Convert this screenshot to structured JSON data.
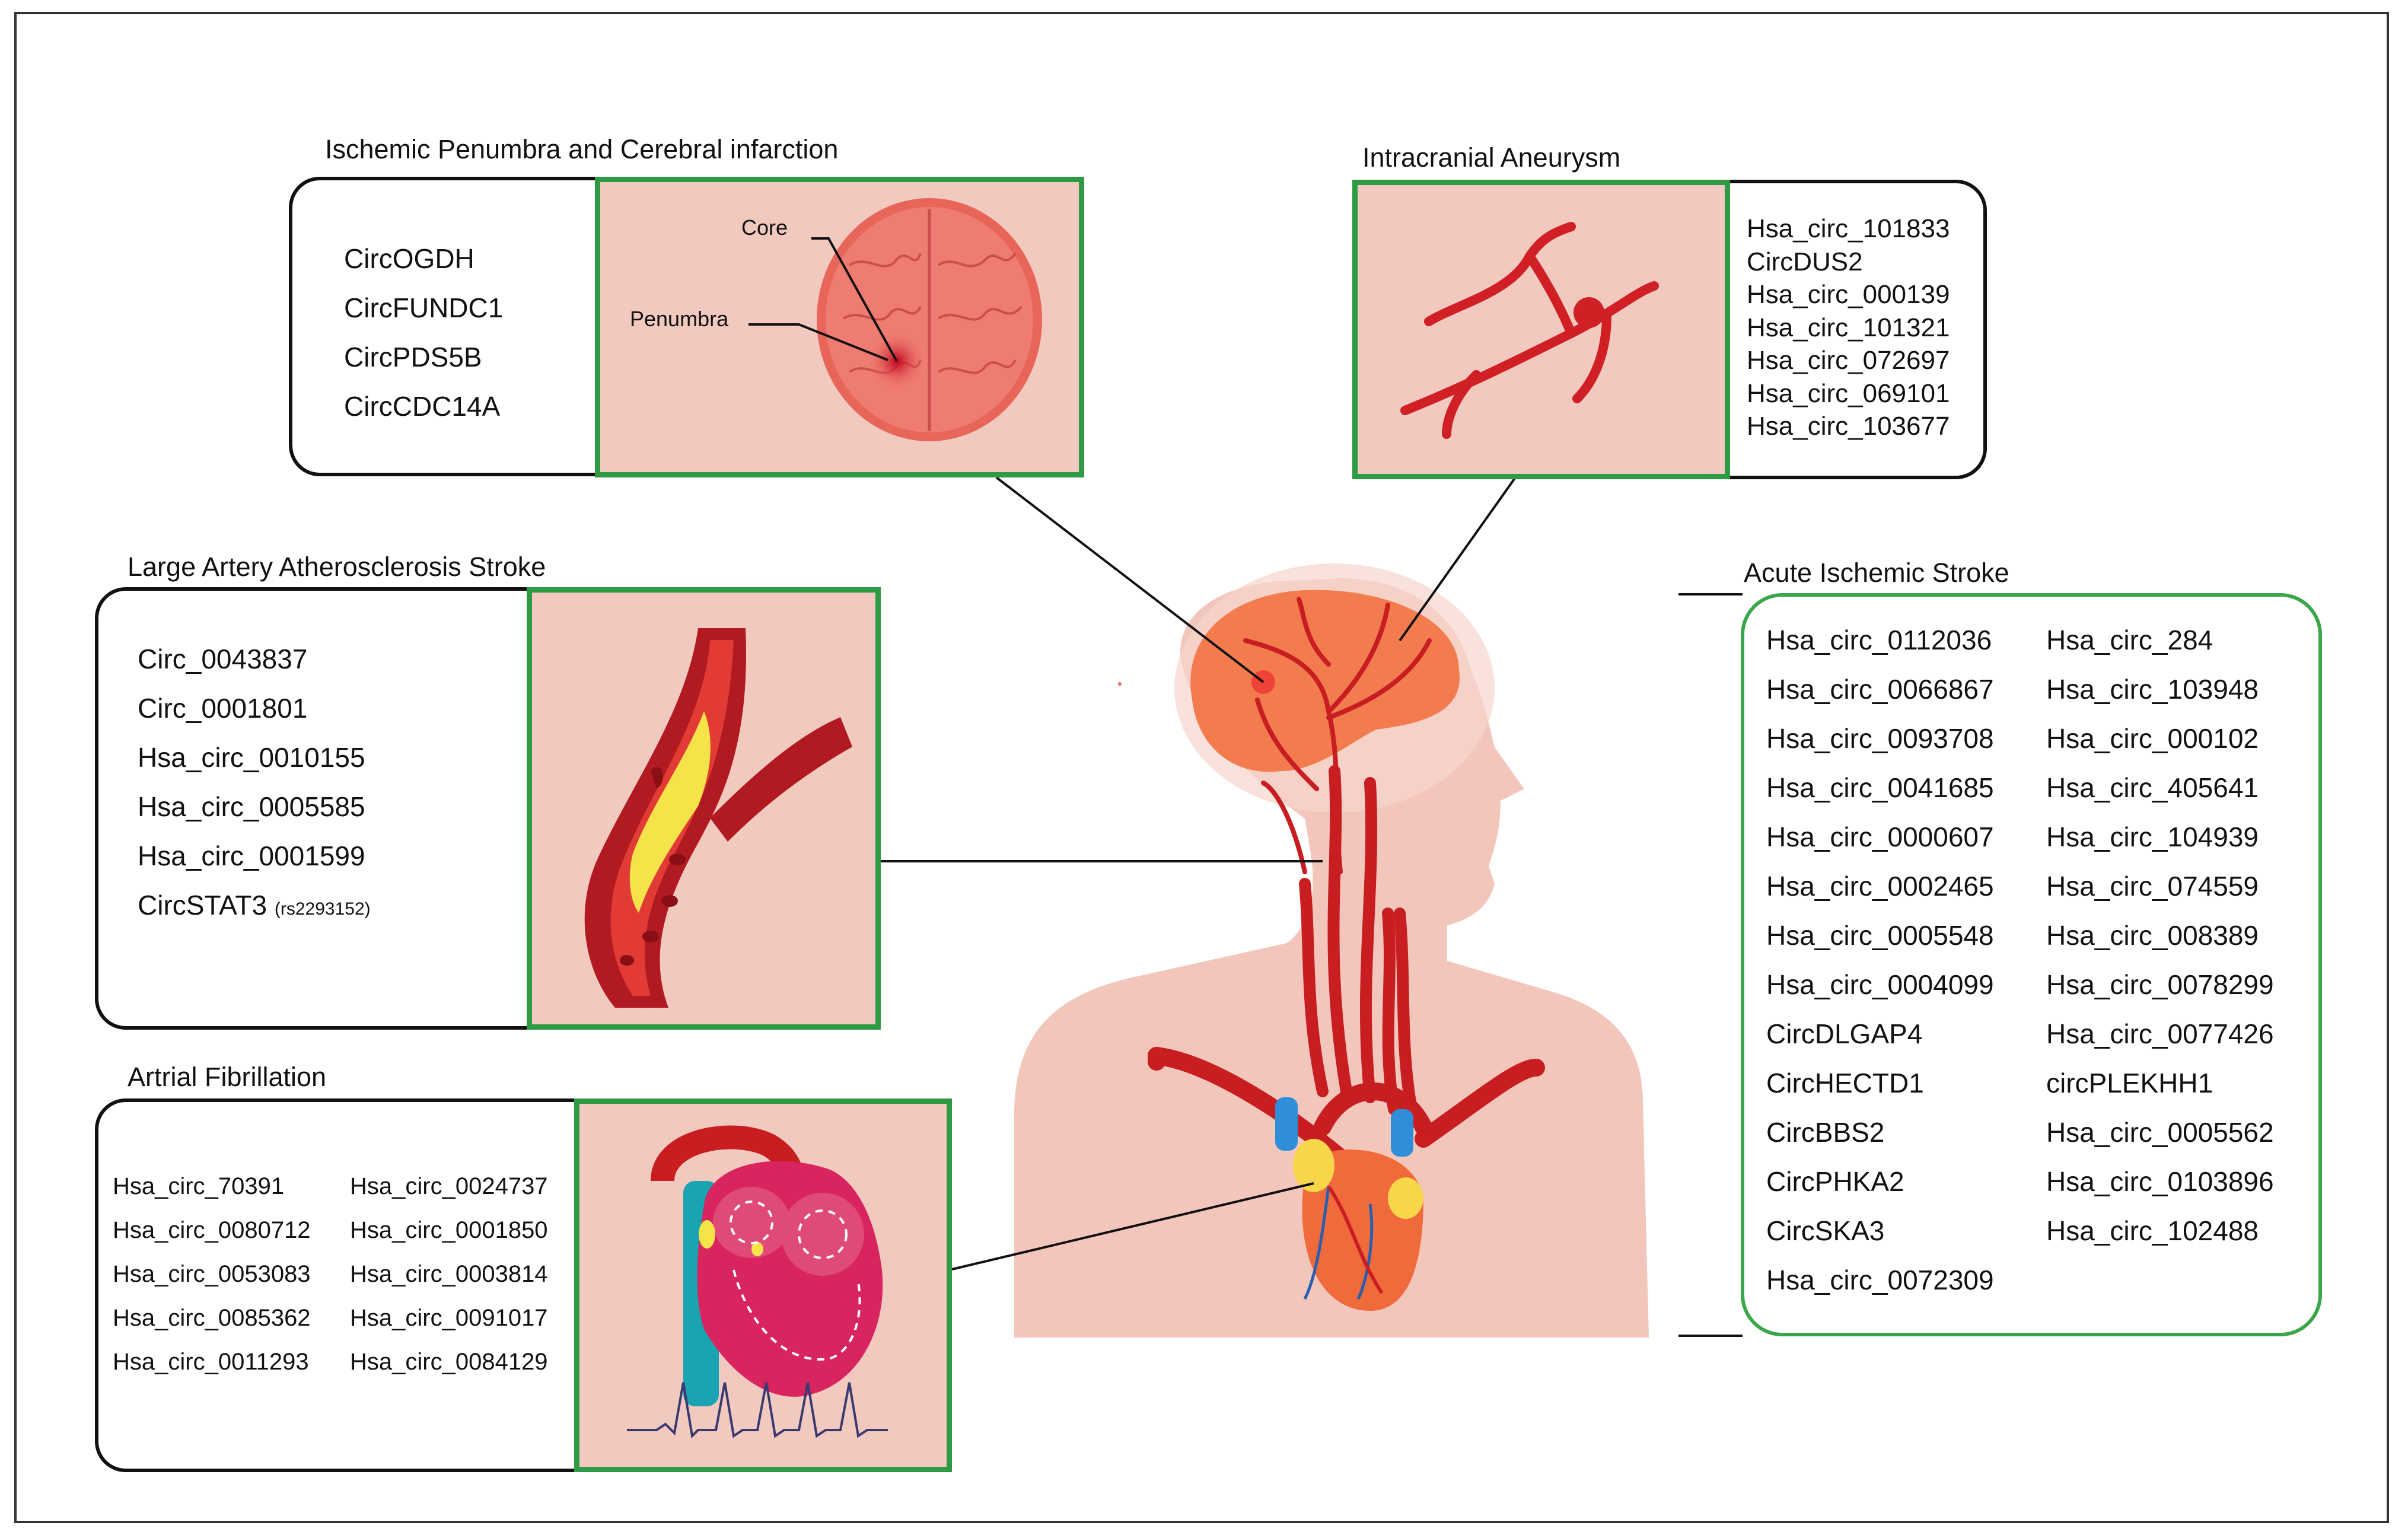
{
  "ischemic": {
    "title": "Ischemic Penumbra and Cerebral infarction",
    "items": [
      "CircOGDH",
      "CircFUNDC1",
      "CircPDS5B",
      "CircCDC14A"
    ],
    "core_label": "Core",
    "penumbra_label": "Penumbra"
  },
  "aneurysm": {
    "title": "Intracranial Aneurysm",
    "items": [
      "Hsa_circ_101833",
      "CircDUS2",
      "Hsa_circ_000139",
      "Hsa_circ_101321",
      "Hsa_circ_072697",
      "Hsa_circ_069101",
      "Hsa_circ_103677"
    ]
  },
  "laas": {
    "title": "Large Artery Atherosclerosis Stroke",
    "items": [
      "Circ_0043837",
      "Circ_0001801",
      "Hsa_circ_0010155",
      "Hsa_circ_0005585",
      "Hsa_circ_0001599",
      "CircSTAT3"
    ],
    "note": "(rs2293152)"
  },
  "af": {
    "title": "Artrial Fibrillation",
    "col1": [
      "Hsa_circ_70391",
      "Hsa_circ_0080712",
      "Hsa_circ_0053083",
      "Hsa_circ_0085362",
      "Hsa_circ_0011293"
    ],
    "col2": [
      "Hsa_circ_0024737",
      "Hsa_circ_0001850",
      "Hsa_circ_0003814",
      "Hsa_circ_0091017",
      "Hsa_circ_0084129"
    ]
  },
  "ais": {
    "title": "Acute Ischemic Stroke",
    "col1": [
      "Hsa_circ_0112036",
      "Hsa_circ_0066867",
      "Hsa_circ_0093708",
      "Hsa_circ_0041685",
      "Hsa_circ_0000607",
      "Hsa_circ_0002465",
      "Hsa_circ_0005548",
      "Hsa_circ_0004099",
      "CircDLGAP4",
      "CircHECTD1",
      "CircBBS2",
      "CircPHKA2",
      "CircSKA3",
      "Hsa_circ_0072309"
    ],
    "col2": [
      "Hsa_circ_284",
      "Hsa_circ_103948",
      "Hsa_circ_000102",
      "Hsa_circ_405641",
      "Hsa_circ_104939",
      "Hsa_circ_074559",
      "Hsa_circ_008389",
      "Hsa_circ_0078299",
      "Hsa_circ_0077426",
      "circPLEKHH1",
      "Hsa_circ_0005562",
      "Hsa_circ_0103896",
      "Hsa_circ_102488"
    ]
  },
  "colors": {
    "panel_bg": "#f2c9bf",
    "panel_border": "#2e9a44",
    "artery_red": "#d01f25",
    "body_pink": "#f3c6bc",
    "brain_orange": "#f37c4f"
  }
}
